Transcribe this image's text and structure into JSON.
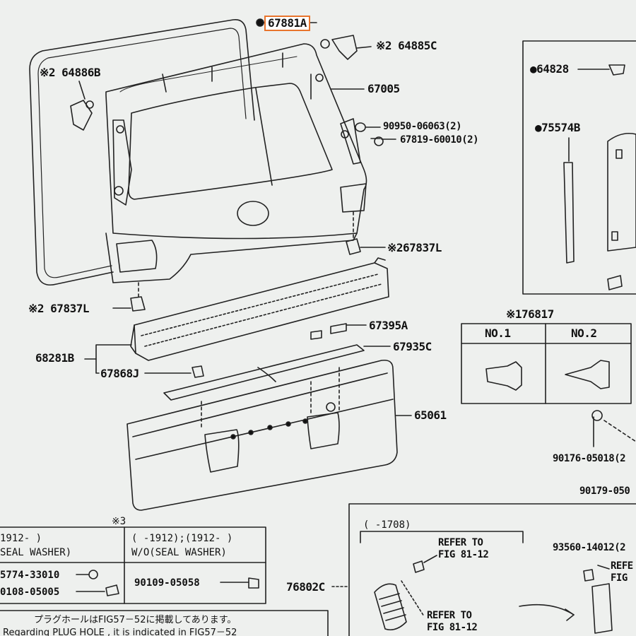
{
  "labels": {
    "p67881A": "67881A",
    "p64885C": "※2 64885C",
    "p64886B": "※2 64886B",
    "p67005": "67005",
    "p90950": "90950-06063(2)",
    "p67819": "67819-60010(2)",
    "p67837L_r": "※267837L",
    "p67837L_l": "※2 67837L",
    "p67395A": "67395A",
    "p67935C": "67935C",
    "p68281B": "68281B",
    "p67868J": "67868J",
    "p65061": "65061",
    "p64828": "●64828",
    "p75574B": "●75574B",
    "p76817": "※176817",
    "p90176": "90176-05018(2",
    "p90179": "90179-050",
    "p76802C": "76802C",
    "p93560": "93560-14012(2",
    "refer1": "REFER TO",
    "fig1": "FIG 81-12",
    "refer2": "REFER TO",
    "fig2": "FIG 81-12",
    "refer3": "REFE",
    "fig3": "FIG",
    "range1708": "(   -1708)"
  },
  "clip_table": {
    "col1": "NO.1",
    "col2": "NO.2"
  },
  "washer_table": {
    "mark": "※3",
    "head_left_1": "1912-    )",
    "head_left_2": "SEAL WASHER)",
    "head_right_1": "(   -1912);(1912-    )",
    "head_right_2": "W/O(SEAL WASHER)",
    "row_left_1": "5774-33010",
    "row_left_2": "0108-05005",
    "row_right_1": "90109-05058"
  },
  "notes": {
    "jp": "プラグホールはFIG57－52に掲載してあります。",
    "en": "Regarding PLUG HOLE , it is indicated in FIG57－52"
  },
  "colors": {
    "highlight": "#e8742c",
    "line": "#222222",
    "background": "#eef0ee"
  }
}
